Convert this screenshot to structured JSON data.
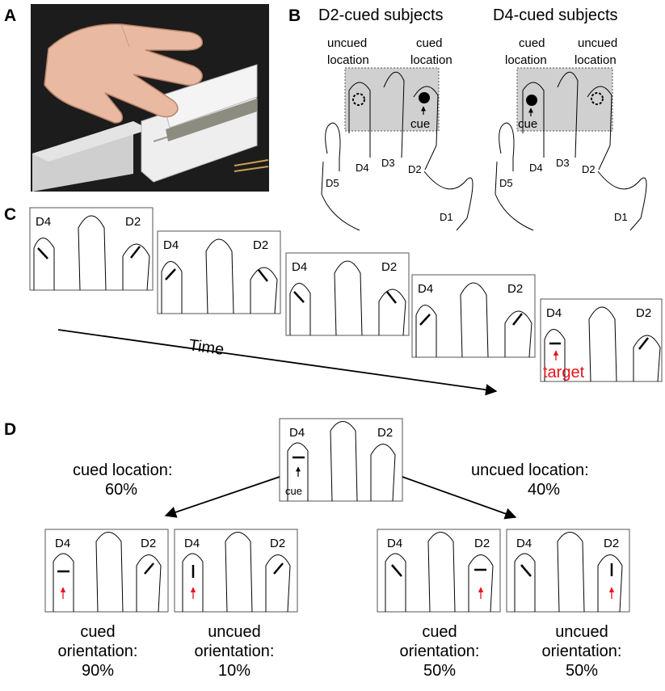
{
  "panel_labels": {
    "a": "A",
    "b": "B",
    "c": "C",
    "d": "D"
  },
  "colors": {
    "target": "#e8131b",
    "cued_box": "#d0d0d0",
    "photo_bg": "#1c1c1c"
  },
  "panel_b": {
    "left": {
      "title": "D2-cued subjects",
      "labels": {
        "uncued_1": "uncued",
        "uncued_2": "location",
        "cued_1": "cued",
        "cued_2": "location"
      },
      "cue": "cue",
      "fingers": {
        "d1": "D1",
        "d2": "D2",
        "d3": "D3",
        "d4": "D4",
        "d5": "D5"
      }
    },
    "right": {
      "title": "D4-cued subjects",
      "labels": {
        "cued_1": "cued",
        "cued_2": "location",
        "uncued_1": "uncued",
        "uncued_2": "location"
      },
      "cue": "cue",
      "fingers": {
        "d1": "D1",
        "d2": "D2",
        "d3": "D3",
        "d4": "D4",
        "d5": "D5"
      }
    }
  },
  "panel_c": {
    "time_label": "Time",
    "target_label": "target",
    "frames": [
      {
        "d4": "D4",
        "d2": "D2"
      },
      {
        "d4": "D4",
        "d2": "D2"
      },
      {
        "d4": "D4",
        "d2": "D2"
      },
      {
        "d4": "D4",
        "d2": "D2"
      },
      {
        "d4": "D4",
        "d2": "D2"
      }
    ]
  },
  "panel_d": {
    "top": {
      "d4": "D4",
      "d2": "D2",
      "cue": "cue"
    },
    "cued_location": {
      "line1": "cued location:",
      "line2": "60%"
    },
    "uncued_location": {
      "line1": "uncued location:",
      "line2": "40%"
    },
    "boxes": [
      {
        "d4": "D4",
        "d2": "D2"
      },
      {
        "d4": "D4",
        "d2": "D2"
      },
      {
        "d4": "D4",
        "d2": "D2"
      },
      {
        "d4": "D4",
        "d2": "D2"
      }
    ],
    "captions": [
      {
        "line1": "cued",
        "line2": "orientation:",
        "line3": "90%"
      },
      {
        "line1": "uncued",
        "line2": "orientation:",
        "line3": "10%"
      },
      {
        "line1": "cued",
        "line2": "orientation:",
        "line3": "50%"
      },
      {
        "line1": "uncued",
        "line2": "orientation:",
        "line3": "50%"
      }
    ]
  }
}
